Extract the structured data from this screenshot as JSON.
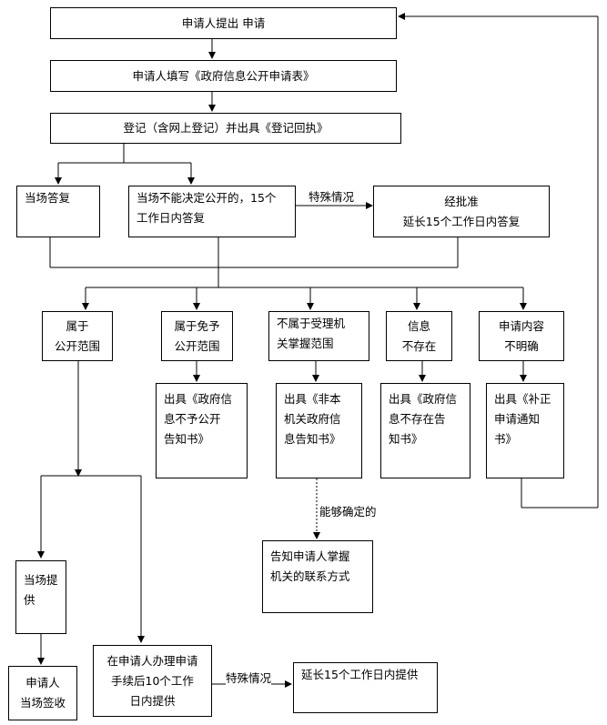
{
  "boxes": {
    "apply": "申请人提出 申请",
    "fill_form": "申请人填写《政府信息公开申请表》",
    "register": "登记（含网上登记）并出具《登记回执》",
    "reply_on_spot": "当场答复",
    "cannot_decide": "当场不能决定公开的，15个\n工作日内答复",
    "approved_extend": "经批准\n延长15个工作日内答复",
    "public_scope": "属于\n公开范围",
    "exempt_scope": "属于免予\n公开范围",
    "not_in_scope": "不属于受理机\n关掌握范围",
    "info_not_exist": "信息\n不存在",
    "unclear_content": "申请内容\n不明确",
    "notice_exempt": "出具《政府信\n息不予公开\n告知书》",
    "notice_not_in_scope": "出具《非本\n机关政府信\n息告知书》",
    "notice_not_exist": "出具《政府信\n息不存在告\n知书》",
    "notice_correct": "出具《补正\n申请通知\n书》",
    "provide_on_spot": "当场提\n供",
    "sign_on_spot": "申请人\n当场签收",
    "provide_10_days": "在申请人办理申请\n手续后10个工作\n日内提供",
    "extend_provide": "延长15个工作日内提供",
    "inform_contact": "告知申请人掌握\n机关的联系方式"
  },
  "labels": {
    "special_1": "特殊情况",
    "special_2": "特殊情况",
    "can_determine": "能够确定的"
  }
}
